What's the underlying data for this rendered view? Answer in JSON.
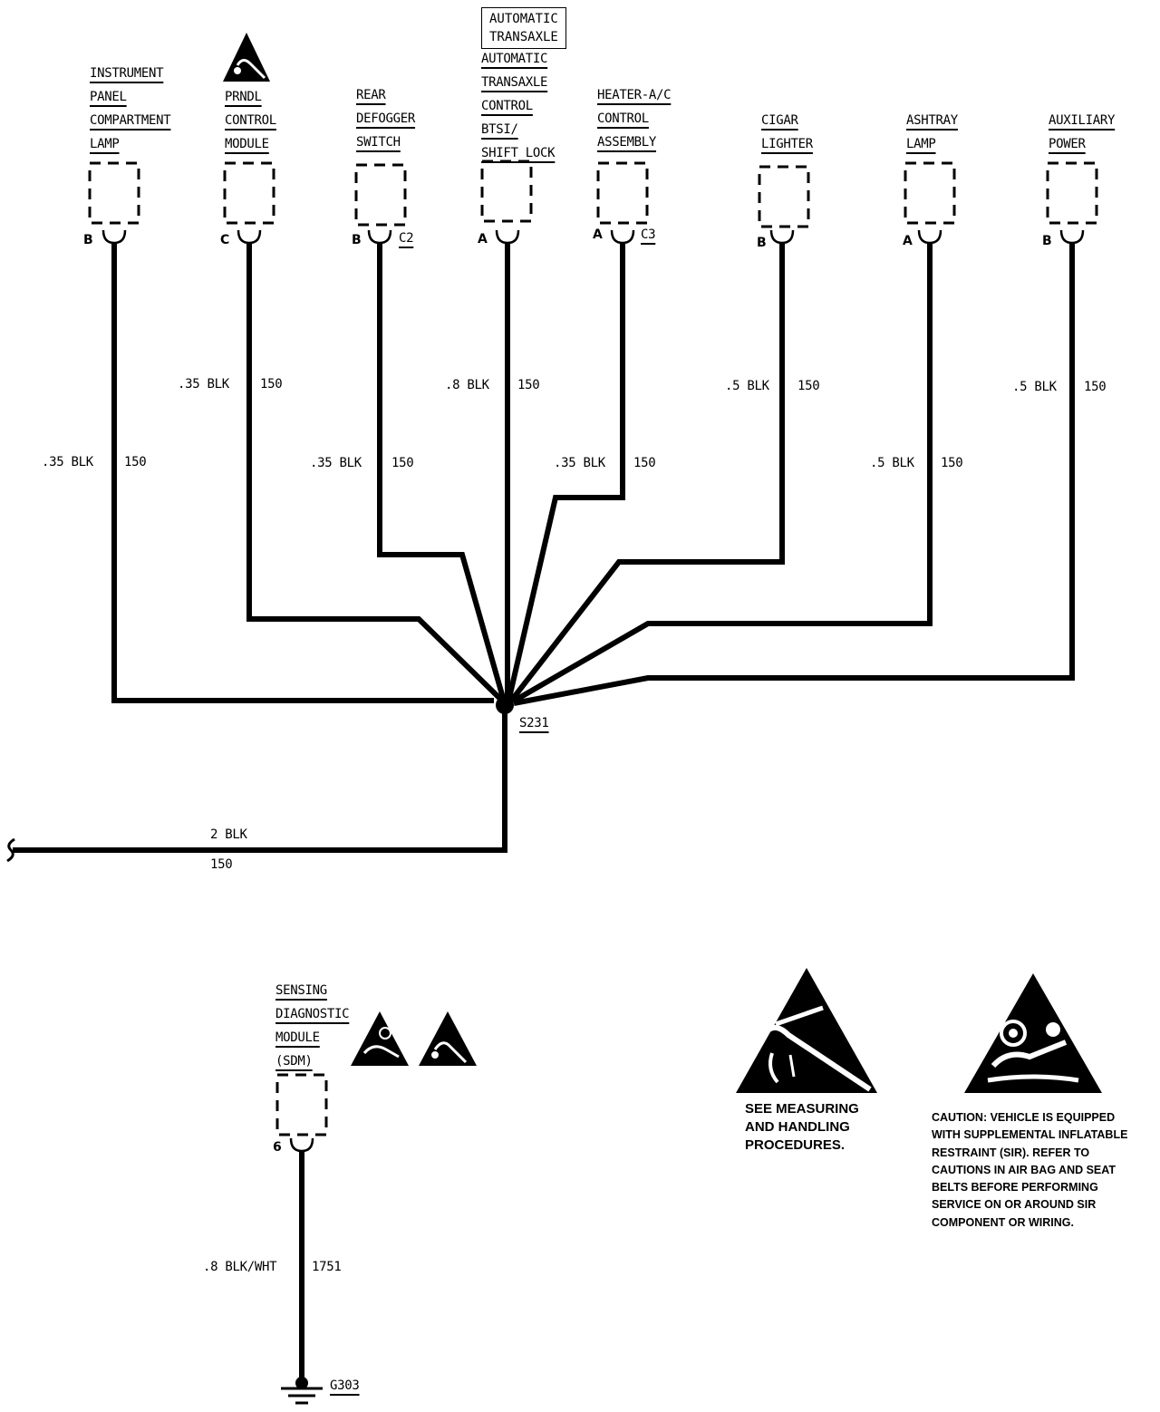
{
  "top_box": {
    "line1": "AUTOMATIC",
    "line2": "TRANSAXLE"
  },
  "components": [
    {
      "id": "ip_lamp",
      "label": [
        "INSTRUMENT",
        "PANEL",
        "COMPARTMENT",
        "LAMP"
      ],
      "pin": "B",
      "connector": "",
      "gauge": ".35 BLK",
      "circuit": "150"
    },
    {
      "id": "prndl",
      "label": [
        "PRNDL",
        "CONTROL",
        "MODULE"
      ],
      "pin": "C",
      "connector": "",
      "gauge": ".35 BLK",
      "circuit": "150"
    },
    {
      "id": "defog",
      "label": [
        "REAR",
        "DEFOGGER",
        "SWITCH"
      ],
      "pin": "B",
      "connector": "C2",
      "gauge": ".35 BLK",
      "circuit": "150"
    },
    {
      "id": "transaxle",
      "label": [
        "AUTOMATIC",
        "TRANSAXLE",
        "CONTROL",
        "BTSI/",
        "SHIFT LOCK"
      ],
      "pin": "A",
      "connector": "",
      "gauge": ".8 BLK",
      "circuit": "150"
    },
    {
      "id": "heater",
      "label": [
        "HEATER-A/C",
        "CONTROL",
        "ASSEMBLY"
      ],
      "pin": "A",
      "connector": "C3",
      "gauge": ".35 BLK",
      "circuit": "150"
    },
    {
      "id": "cigar",
      "label": [
        "CIGAR",
        "LIGHTER"
      ],
      "pin": "B",
      "connector": "",
      "gauge": ".5 BLK",
      "circuit": "150"
    },
    {
      "id": "ashtray",
      "label": [
        "ASHTRAY",
        "LAMP"
      ],
      "pin": "A",
      "connector": "",
      "gauge": ".5 BLK",
      "circuit": "150"
    },
    {
      "id": "aux",
      "label": [
        "AUXILIARY",
        "POWER"
      ],
      "pin": "B",
      "connector": "",
      "gauge": ".5 BLK",
      "circuit": "150"
    }
  ],
  "splice": {
    "name": "S231"
  },
  "main_wire": {
    "gauge": "2 BLK",
    "circuit": "150"
  },
  "sdm": {
    "label": [
      "SENSING",
      "DIAGNOSTIC",
      "MODULE",
      "(SDM)"
    ],
    "pin": "6",
    "gauge": ".8 BLK/WHT",
    "circuit": "1751"
  },
  "ground": {
    "name": "G303"
  },
  "notice_esd": {
    "lines": [
      "SEE MEASURING",
      "AND HANDLING",
      "PROCEDURES."
    ]
  },
  "notice_sir": {
    "lines": [
      "CAUTION: VEHICLE IS EQUIPPED",
      "WITH SUPPLEMENTAL INFLATABLE",
      "RESTRAINT (SIR). REFER TO",
      "CAUTIONS IN AIR BAG AND SEAT",
      "BELTS BEFORE PERFORMING",
      "SERVICE ON OR AROUND SIR",
      "COMPONENT OR WIRING."
    ]
  }
}
